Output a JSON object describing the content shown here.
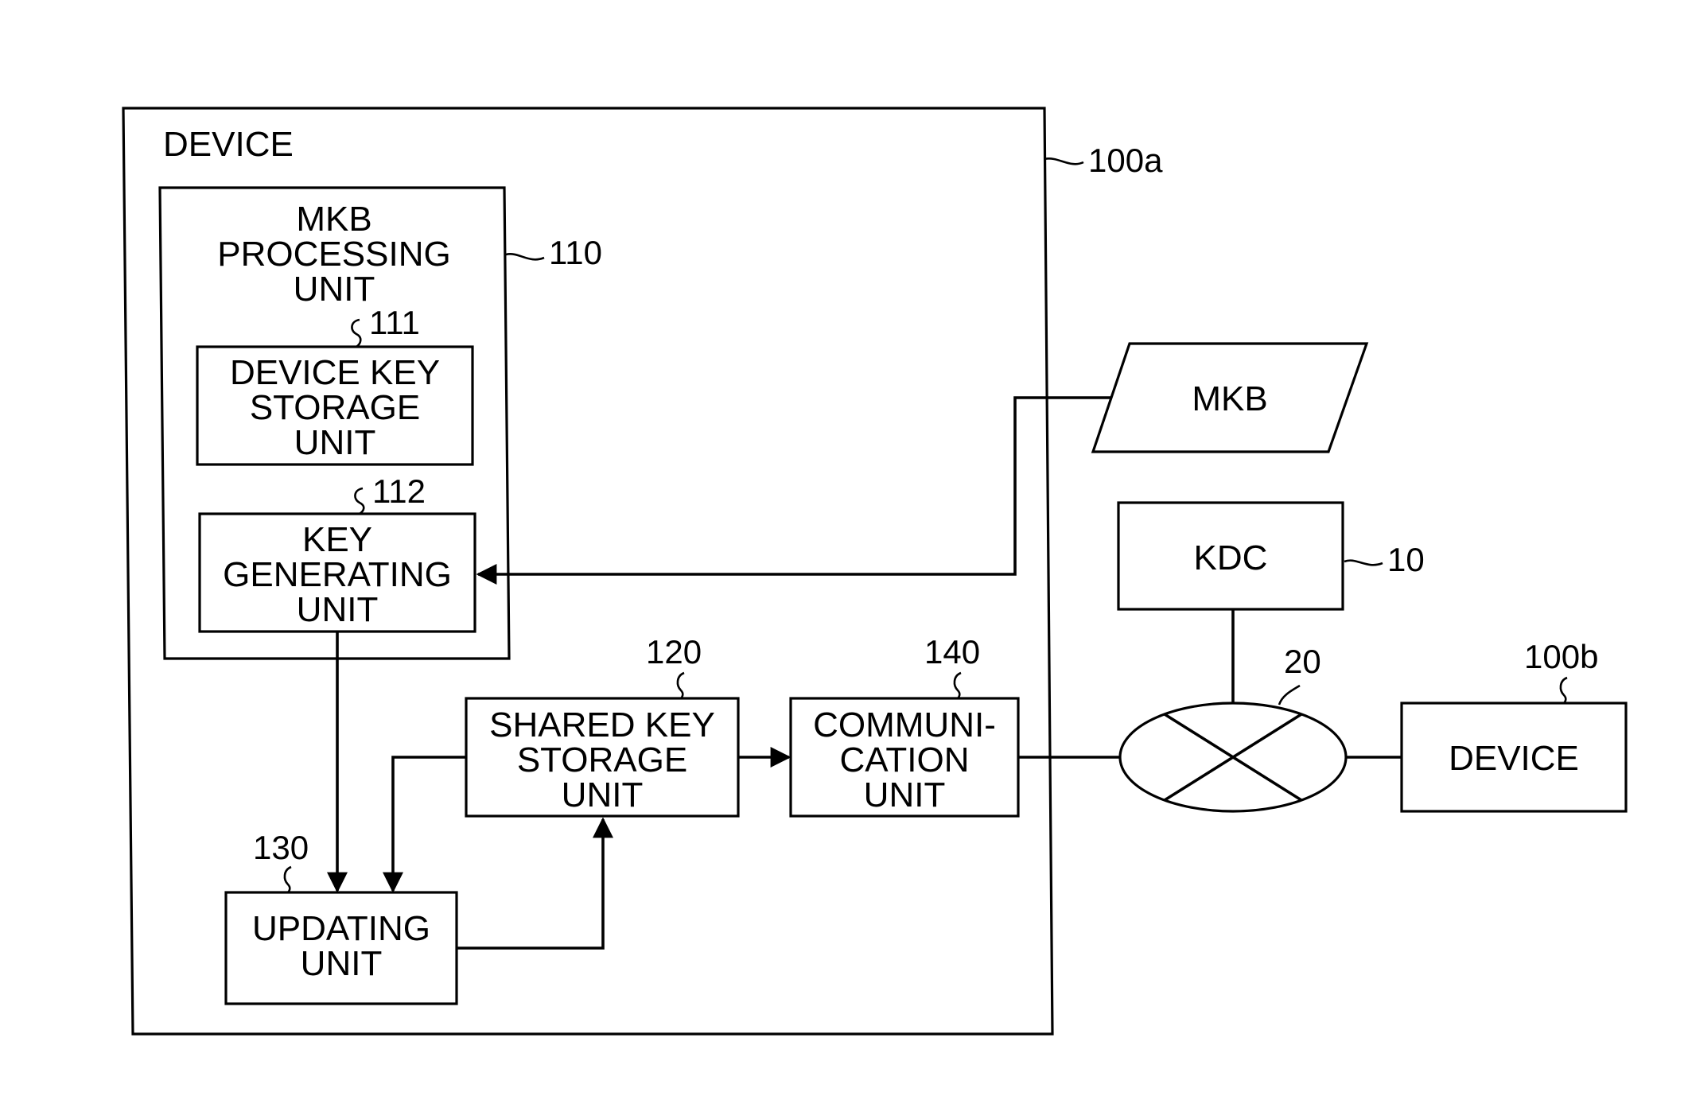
{
  "device_a": {
    "label": "DEVICE",
    "ref": "100a",
    "mkb_processing_unit": {
      "label_lines": [
        "MKB",
        "PROCESSING",
        "UNIT"
      ],
      "ref": "110",
      "device_key_storage_unit": {
        "label_lines": [
          "DEVICE KEY",
          "STORAGE",
          "UNIT"
        ],
        "ref": "111"
      },
      "key_generating_unit": {
        "label_lines": [
          "KEY",
          "GENERATING",
          "UNIT"
        ],
        "ref": "112"
      }
    },
    "shared_key_storage_unit": {
      "label_lines": [
        "SHARED KEY",
        "STORAGE",
        "UNIT"
      ],
      "ref": "120"
    },
    "updating_unit": {
      "label_lines": [
        "UPDATING",
        "UNIT"
      ],
      "ref": "130"
    },
    "communication_unit": {
      "label_lines": [
        "COMMUNI-",
        "CATION",
        "UNIT"
      ],
      "ref": "140"
    }
  },
  "mkb": {
    "label": "MKB"
  },
  "kdc": {
    "label": "KDC",
    "ref": "10"
  },
  "network": {
    "ref": "20"
  },
  "device_b": {
    "label": "DEVICE",
    "ref": "100b"
  }
}
